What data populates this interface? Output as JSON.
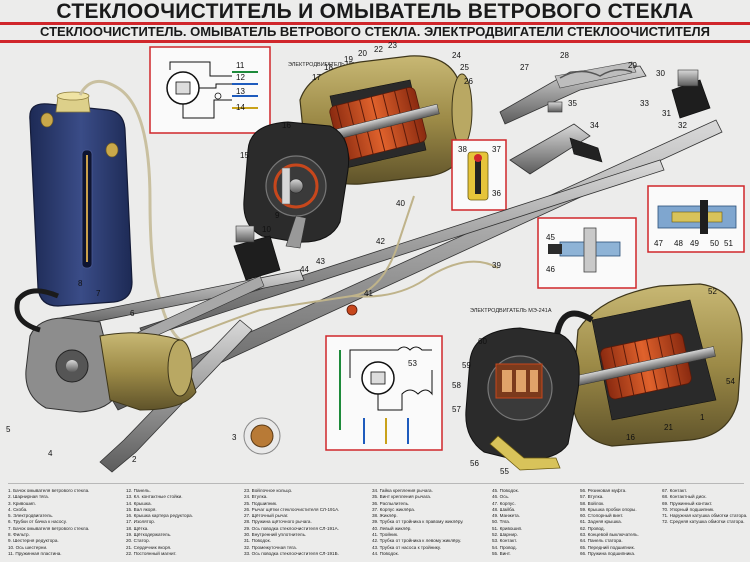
{
  "header": {
    "title": "СТЕКЛООЧИСТИТЕЛЬ И ОМЫВАТЕЛЬ ВЕТРОВОГО СТЕКЛА",
    "subtitle": "СТЕКЛООЧИСТИТЕЛЬ. ОМЫВАТЕЛЬ ВЕТРОВОГО СТЕКЛА. ЭЛЕКТРОДВИГАТЕЛИ СТЕКЛООЧИСТИТЕЛЯ"
  },
  "labels": {
    "motor_top": "ЭЛЕКТРОДВИГАТЕЛЬ МЭ-241",
    "motor_bottom": "ЭЛЕКТРОДВИГАТЕЛЬ МЭ-241А"
  },
  "callouts": {
    "c1": "1",
    "c2": "2",
    "c3": "3",
    "c4": "4",
    "c5": "5",
    "c6": "6",
    "c7": "7",
    "c8": "8",
    "c9": "9",
    "c10": "10",
    "c11": "11",
    "c12": "12",
    "c13": "13",
    "c14": "14",
    "c15": "15",
    "c16": "16",
    "c17": "17",
    "c18": "18",
    "c19": "19",
    "c20": "20",
    "c21": "21",
    "c22": "22",
    "c23": "23",
    "c24": "24",
    "c25": "25",
    "c26": "26",
    "c27": "27",
    "c28": "28",
    "c29": "29",
    "c30": "30",
    "c31": "31",
    "c32": "32",
    "c33": "33",
    "c34": "34",
    "c35": "35",
    "c36": "36",
    "c37": "37",
    "c38": "38",
    "c39": "39",
    "c40": "40",
    "c41": "41",
    "c42": "42",
    "c43": "43",
    "c44": "44",
    "c45": "45",
    "c46": "46",
    "c47": "47",
    "c48": "48",
    "c49": "49",
    "c50": "50",
    "c51": "51",
    "c52": "52",
    "c53": "53",
    "c54": "54",
    "c55": "55",
    "c56": "56",
    "c57": "57",
    "c58": "58",
    "c59": "59",
    "c60": "60"
  },
  "legend": {
    "col1": [
      "1. Бачок омывателя ветрового стекла.",
      "2. Шарнирная тяга.",
      "3. Кривошип.",
      "4. Скоба.",
      "5. Электродвигатель.",
      "6. Трубки от бачка к насосу.",
      "7. Бачок омывателя ветрового стекла.",
      "8. Фильтр.",
      "9. Шестерня редуктора.",
      "10. Ось шестерни.",
      "11. Пружинная пластина."
    ],
    "col2": [
      "12. Панель.",
      "13. Кл. контактные стойки.",
      "14. Крышка.",
      "15. Вал якоря.",
      "16. Крышка картера редуктора.",
      "17. Изолятор.",
      "18. Щётка.",
      "19. Щёткодержатель.",
      "20. Статор.",
      "21. Сердечник якоря.",
      "22. Постоянный магнит."
    ],
    "col3": [
      "23. Войлочное кольцо.",
      "24. Втулка.",
      "25. Подшипник.",
      "26. Рычаг щётки стеклоочистителя СЛ-191А.",
      "27. Щёточный рычаг.",
      "28. Пружина щёточного рычага.",
      "29. Ось поводка стеклоочистителя СЛ-191А.",
      "30. Внутренний уплотнитель.",
      "31. Поводок.",
      "32. Промежуточная тяга.",
      "33. Ось поводка стеклоочистителя СЛ-191Б."
    ],
    "col4": [
      "34. Гайка крепления рычага.",
      "35. Винт крепления рычага.",
      "36. Распылитель.",
      "37. Корпус жиклёра.",
      "38. Жиклёр.",
      "39. Трубка от тройника к правому жиклёру.",
      "40. Левый жиклёр.",
      "41. Тройник.",
      "42. Трубка от тройника к левому жиклёру.",
      "43. Трубка от насоса к тройнику.",
      "44. Поводок."
    ],
    "col5": [
      "45. Поводок.",
      "46. Ось.",
      "47. Корпус.",
      "48. Шайба.",
      "49. Манжета.",
      "50. Тяга.",
      "51. Кривошип.",
      "52. Шарнир.",
      "53. Контакт.",
      "54. Провод.",
      "55. Винт."
    ],
    "col6": [
      "56. Резиновая муфта.",
      "57. Втулка.",
      "58. Войлок.",
      "59. Крышка пробки опоры.",
      "60. Стопорный винт.",
      "61. Задняя крышка.",
      "62. Провод.",
      "63. Концевой выключатель.",
      "64. Панель статора.",
      "65. Передний подшипник.",
      "66. Пружина подшипника."
    ],
    "col7": [
      "67. Контакт.",
      "68. Контактный диск.",
      "69. Пружинный контакт.",
      "70. Упорный подшипник.",
      "71. Наружная катушка обмотки статора.",
      "72. Средняя катушка обмотки статора."
    ]
  },
  "colors": {
    "accent_red": "#d0262b",
    "background": "#ececeb",
    "motor_olive": "#9c8a47",
    "rotor_copper": "#c7471c",
    "reservoir_blue": "#2c3c72"
  }
}
